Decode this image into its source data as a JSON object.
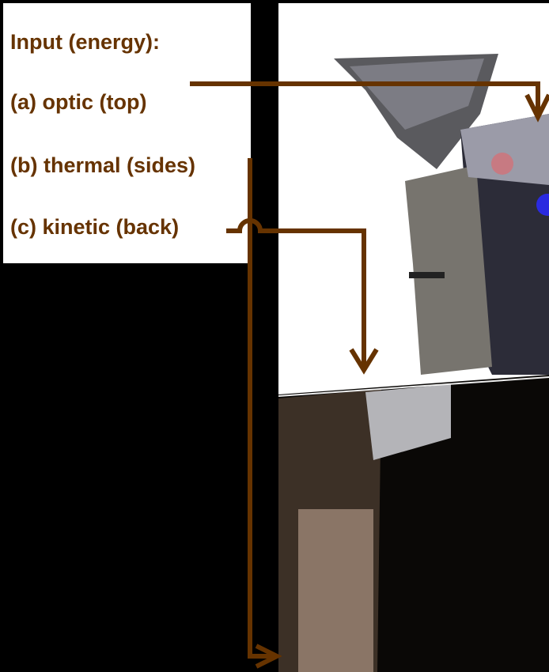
{
  "diagram": {
    "title": "Input (energy):",
    "items": [
      {
        "key": "a",
        "label": "(a) optic (top)"
      },
      {
        "key": "b",
        "label": "(b) thermal (sides)"
      },
      {
        "key": "c",
        "label": "(c) kinetic (back)"
      }
    ],
    "arrow_color": "#663300",
    "text_color": "#663300",
    "photo_subject": "foil-wrapped device on dark base"
  }
}
